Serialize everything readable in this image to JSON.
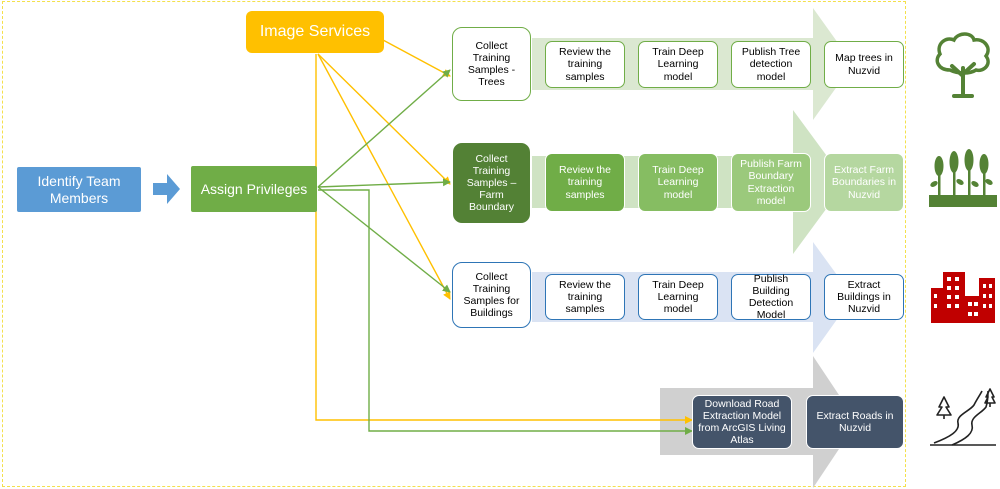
{
  "start": {
    "identify": "Identify Team Members",
    "assign": "Assign Privileges",
    "image_services": "Image Services"
  },
  "rows": {
    "trees": {
      "collect": "Collect Training Samples - Trees",
      "review": "Review the training samples",
      "train": "Train Deep Learning model",
      "publish": "Publish Tree detection model",
      "final": "Map trees in Nuzvid",
      "icon": "tree-icon"
    },
    "farm": {
      "collect": "Collect Training Samples – Farm Boundary",
      "review": "Review the training samples",
      "train": "Train Deep Learning model",
      "publish": "Publish Farm Boundary Extraction model",
      "final": "Extract Farm Boundaries in Nuzvid",
      "icon": "crops-icon"
    },
    "buildings": {
      "collect": "Collect Training Samples for Buildings",
      "review": "Review the training samples",
      "train": "Train Deep Learning model",
      "publish": "Publish Building Detection Model",
      "final": "Extract Buildings in Nuzvid",
      "icon": "buildings-icon"
    },
    "roads": {
      "download": "Download Road Extraction Model from ArcGIS Living Atlas",
      "final": "Extract Roads in Nuzvid",
      "icon": "road-icon"
    }
  },
  "colors": {
    "blue": "#5b9bd5",
    "green": "#70ad47",
    "orange": "#ffc000",
    "navy": "#44546a",
    "red": "#c00000"
  }
}
